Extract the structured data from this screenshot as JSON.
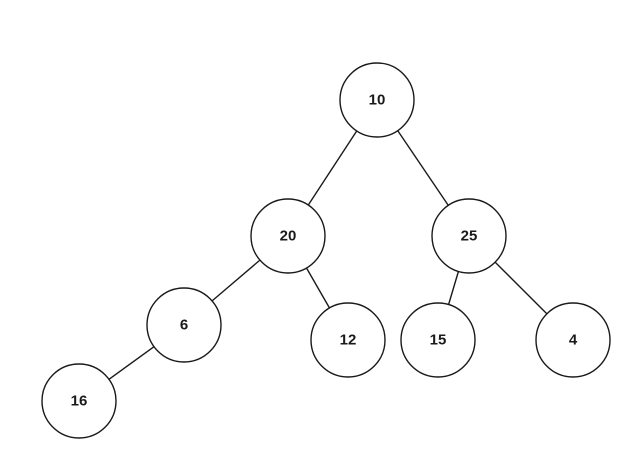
{
  "diagram": {
    "type": "binary-tree",
    "colors": {
      "stroke": "#1a1a1a",
      "fill": "#ffffff",
      "background": "#ffffff"
    },
    "nodes": [
      {
        "id": "n10",
        "label": "10"
      },
      {
        "id": "n20",
        "label": "20"
      },
      {
        "id": "n25",
        "label": "25"
      },
      {
        "id": "n6",
        "label": "6"
      },
      {
        "id": "n12",
        "label": "12"
      },
      {
        "id": "n15",
        "label": "15"
      },
      {
        "id": "n4",
        "label": "4"
      },
      {
        "id": "n16",
        "label": "16"
      }
    ],
    "edges": [
      {
        "from": "n10",
        "to": "n20"
      },
      {
        "from": "n10",
        "to": "n25"
      },
      {
        "from": "n20",
        "to": "n6"
      },
      {
        "from": "n20",
        "to": "n12"
      },
      {
        "from": "n25",
        "to": "n15"
      },
      {
        "from": "n25",
        "to": "n4"
      },
      {
        "from": "n6",
        "to": "n16"
      }
    ]
  }
}
